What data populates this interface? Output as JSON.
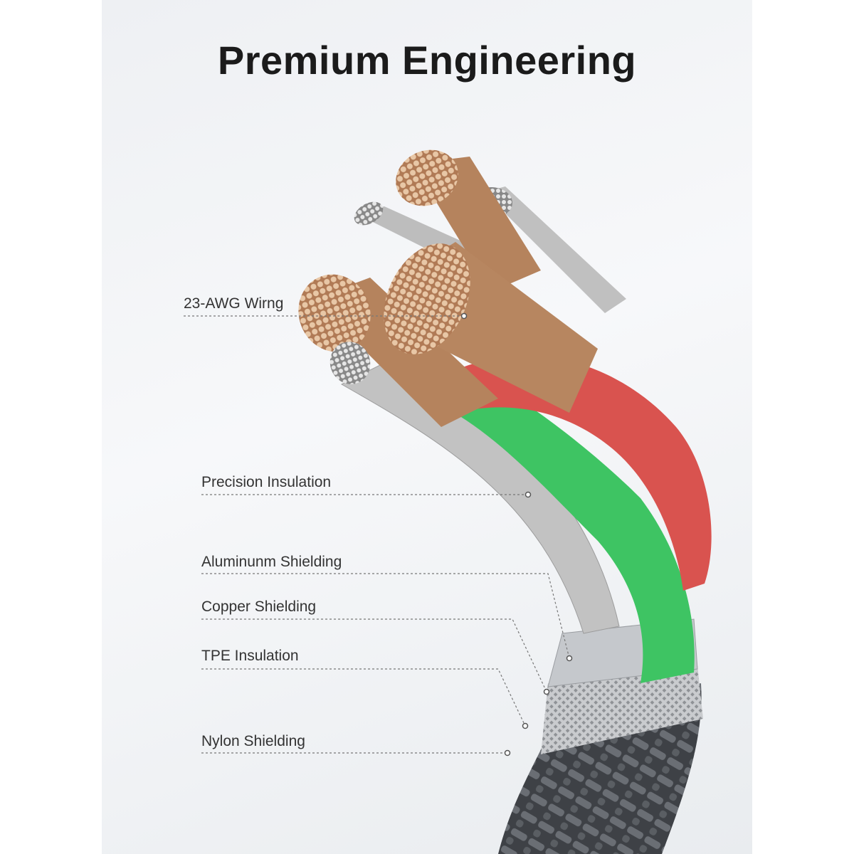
{
  "title": "Premium Engineering",
  "callouts": [
    {
      "label": "23-AWG Wirng"
    },
    {
      "label": "Precision Insulation"
    },
    {
      "label": "Aluminunm Shielding"
    },
    {
      "label": "Copper Shielding"
    },
    {
      "label": "TPE Insulation"
    },
    {
      "label": "Nylon Shielding"
    }
  ],
  "colors": {
    "red_insulation": "#d9534f",
    "green_insulation": "#3ec463",
    "copper": "#c79a72",
    "silver": "#b8b8b8",
    "braid": "#4a4d52"
  }
}
